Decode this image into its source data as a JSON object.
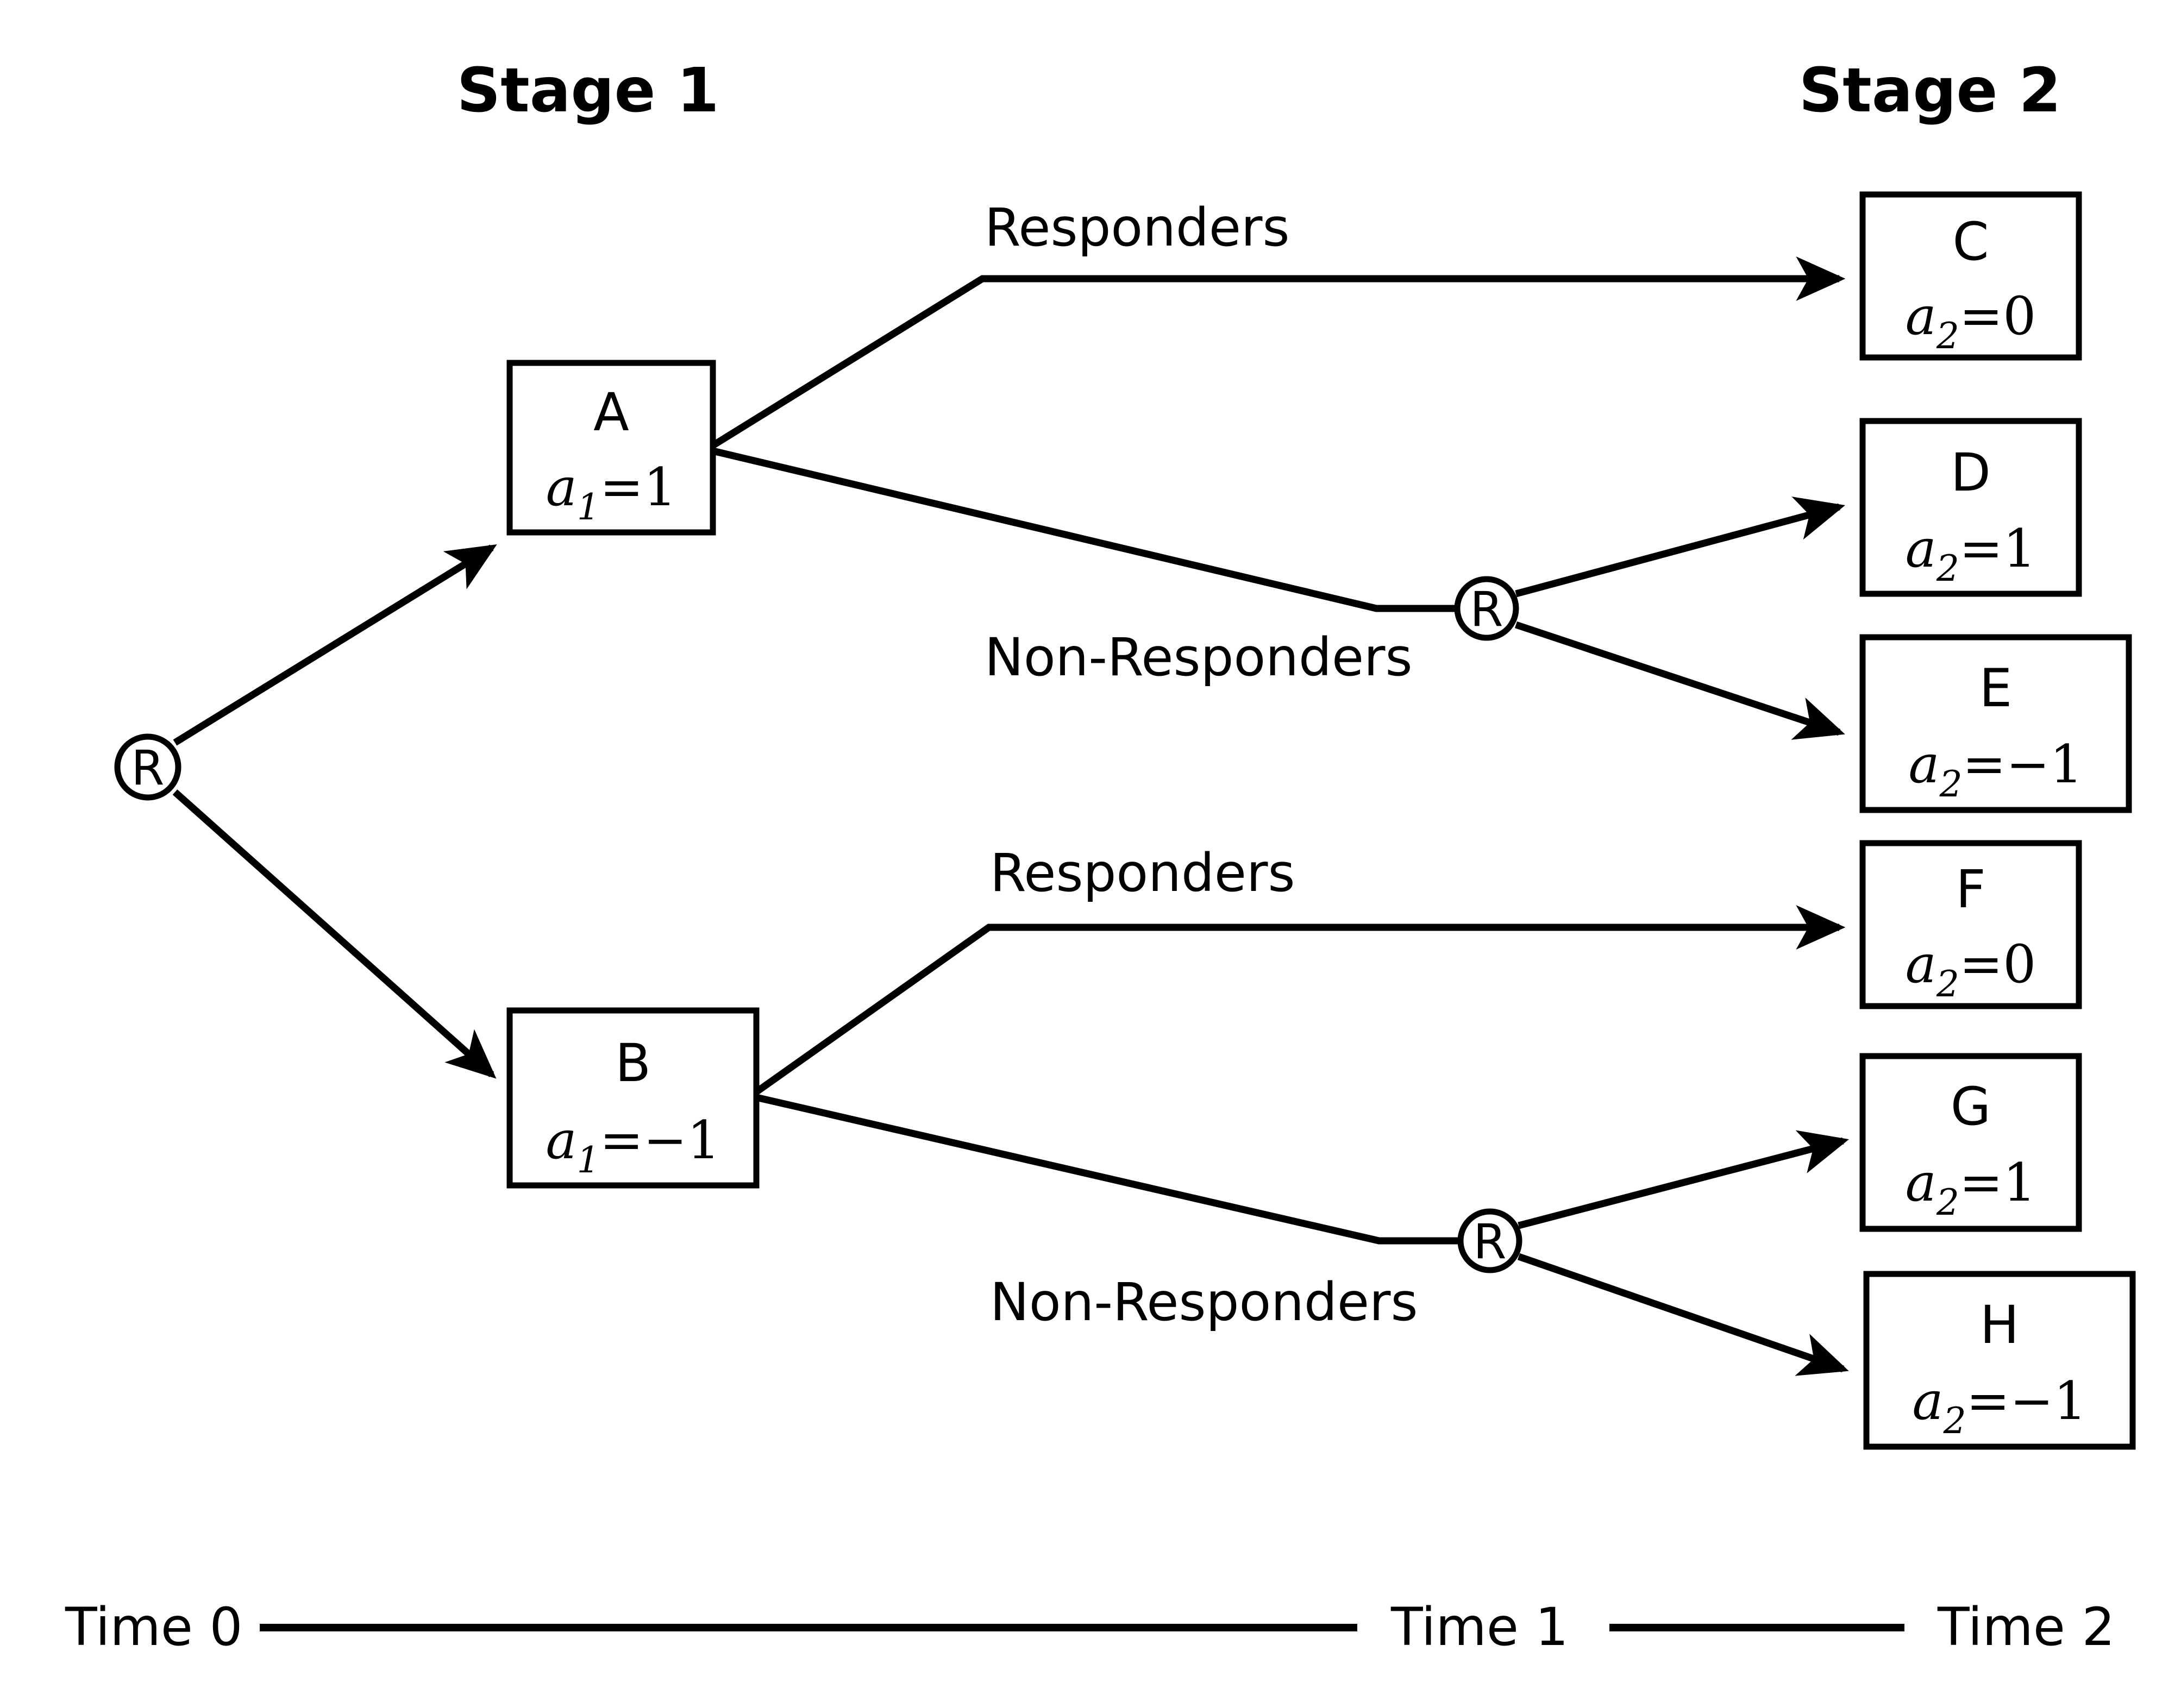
{
  "diagram": {
    "type": "smart-trial-design-tree",
    "stages": [
      {
        "id": "stage1",
        "label": "Stage 1"
      },
      {
        "id": "stage2",
        "label": "Stage 2"
      }
    ],
    "randomization_nodes": [
      {
        "id": "R0",
        "label": "R"
      },
      {
        "id": "R1",
        "label": "R"
      },
      {
        "id": "R2",
        "label": "R"
      }
    ],
    "stage1_nodes": [
      {
        "id": "A",
        "letter": "A",
        "var": "a",
        "sub": "1",
        "eq": "=",
        "value": "1",
        "value_text": "a1 = 1"
      },
      {
        "id": "B",
        "letter": "B",
        "var": "a",
        "sub": "1",
        "eq": "=",
        "value": "−1",
        "value_text": "a1 = -1"
      }
    ],
    "stage2_nodes": [
      {
        "id": "C",
        "letter": "C",
        "var": "a",
        "sub": "2",
        "eq": "=",
        "value": "0",
        "value_text": "a2 = 0"
      },
      {
        "id": "D",
        "letter": "D",
        "var": "a",
        "sub": "2",
        "eq": "=",
        "value": "1",
        "value_text": "a2 = 1"
      },
      {
        "id": "E",
        "letter": "E",
        "var": "a",
        "sub": "2",
        "eq": "=",
        "value": "−1",
        "value_text": "a2 = -1"
      },
      {
        "id": "F",
        "letter": "F",
        "var": "a",
        "sub": "2",
        "eq": "=",
        "value": "0",
        "value_text": "a2 = 0"
      },
      {
        "id": "G",
        "letter": "G",
        "var": "a",
        "sub": "2",
        "eq": "=",
        "value": "1",
        "value_text": "a2 = 1"
      },
      {
        "id": "H",
        "letter": "H",
        "var": "a",
        "sub": "2",
        "eq": "=",
        "value": "−1",
        "value_text": "a2 = -1"
      }
    ],
    "edge_labels": [
      {
        "id": "resp-top",
        "label": "Responders"
      },
      {
        "id": "nonresp-top",
        "label": "Non-Responders"
      },
      {
        "id": "resp-bottom",
        "label": "Responders"
      },
      {
        "id": "nonresp-bottom",
        "label": "Non-Responders"
      }
    ],
    "timeline": [
      {
        "id": "t0",
        "label": "Time 0"
      },
      {
        "id": "t1",
        "label": "Time 1"
      },
      {
        "id": "t2",
        "label": "Time 2"
      }
    ],
    "colors": {
      "stroke": "#000000",
      "fill": "#ffffff",
      "background": "#ffffff"
    }
  }
}
